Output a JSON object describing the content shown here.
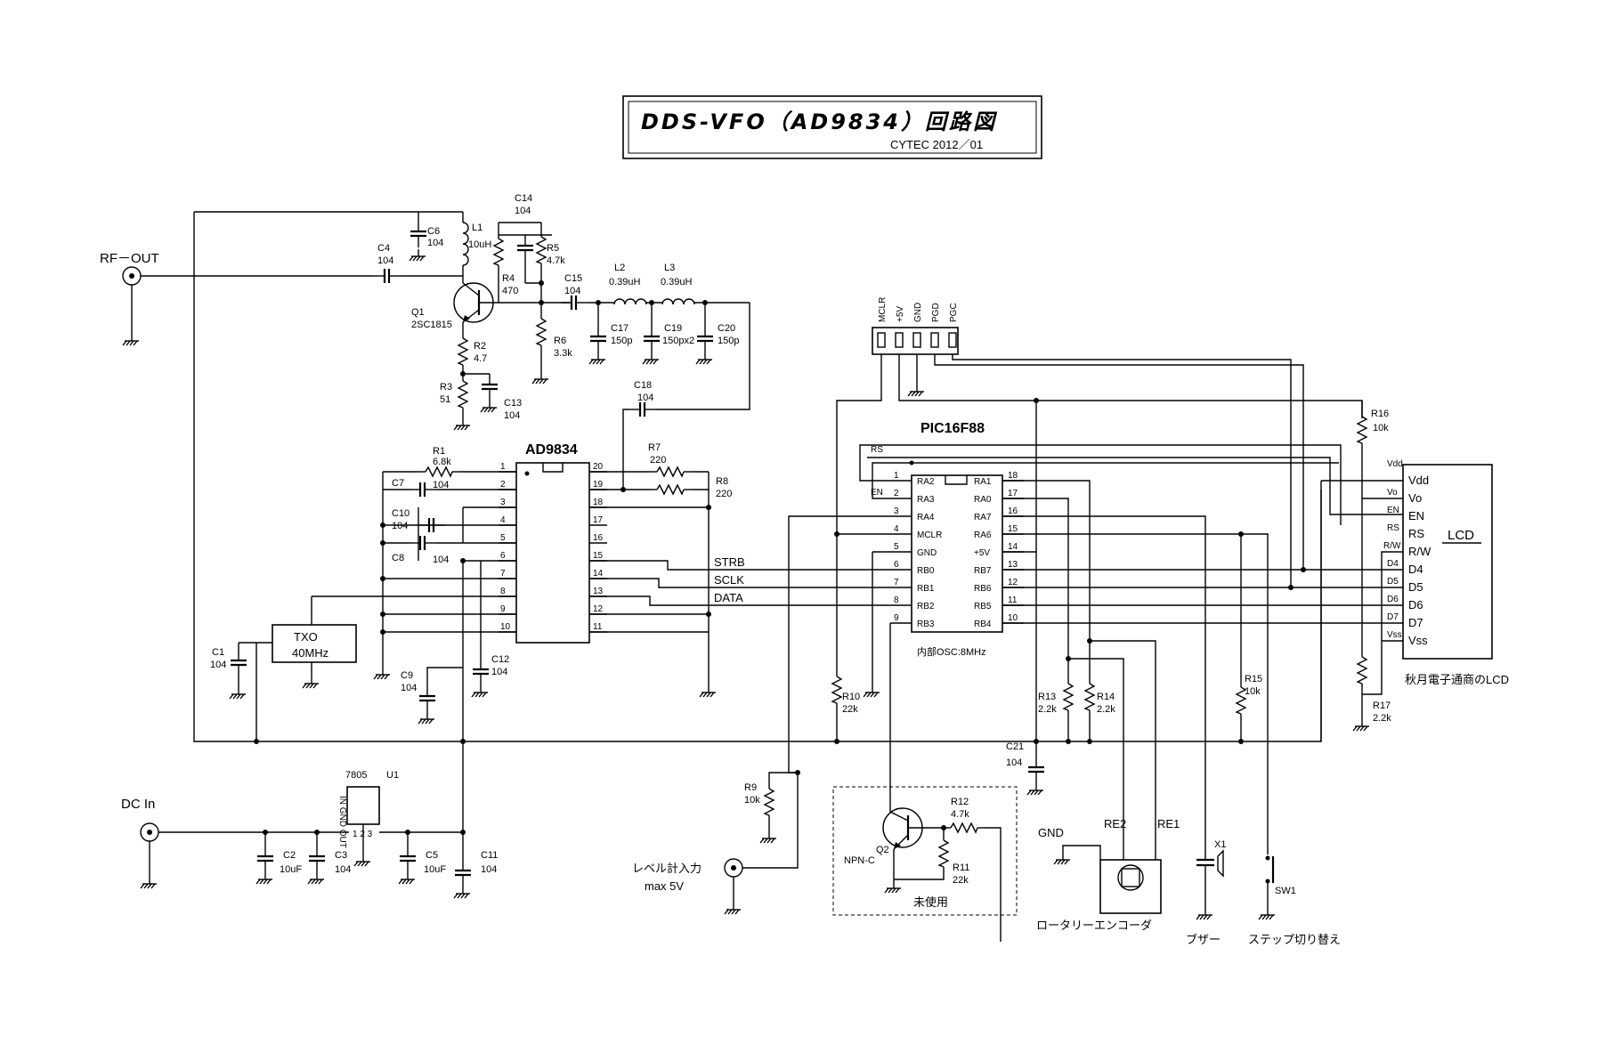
{
  "title": {
    "main": "DDS-VFO（AD9834）回路図",
    "sub": "CYTEC 2012／01"
  },
  "connectors": {
    "rf_out": "RF－OUT",
    "dc_in": "DC In",
    "level_in": "レベル計入力",
    "level_max": "max 5V"
  },
  "ics": {
    "ad9834": {
      "name": "AD9834",
      "pins_left": [
        "1",
        "2",
        "3",
        "4",
        "5",
        "6",
        "7",
        "8",
        "9",
        "10"
      ],
      "pins_right": [
        "20",
        "19",
        "18",
        "17",
        "16",
        "15",
        "14",
        "13",
        "12",
        "11"
      ]
    },
    "pic": {
      "name": "PIC16F88",
      "note": "内部OSC:8MHz",
      "pins_left": [
        "1",
        "2",
        "3",
        "4",
        "5",
        "6",
        "7",
        "8",
        "9"
      ],
      "pins_right": [
        "18",
        "17",
        "16",
        "15",
        "14",
        "13",
        "12",
        "11",
        "10"
      ],
      "names_left": [
        "RA2",
        "RA3",
        "RA4",
        "MCLR",
        "GND",
        "RB0",
        "RB1",
        "RB2",
        "RB3"
      ],
      "names_right": [
        "RA1",
        "RA0",
        "RA7",
        "RA6",
        "+5V",
        "RB7",
        "RB6",
        "RB5",
        "RB4"
      ]
    },
    "reg": {
      "name": "7805",
      "ref": "U1",
      "pins": "IN GND OUT",
      "pin_nums": "1 2 3"
    },
    "txo": {
      "name": "TXO",
      "freq": "40MHz"
    },
    "lcd": {
      "title": "LCD",
      "caption": "秋月電子通商のLCD",
      "pins": [
        "Vdd",
        "Vo",
        "EN",
        "RS",
        "R/W",
        "D4",
        "D5",
        "D6",
        "D7",
        "Vss"
      ]
    }
  },
  "bus_labels": {
    "strb": "STRB",
    "sclk": "SCLK",
    "data": "DATA",
    "rs": "RS",
    "en": "EN"
  },
  "header": {
    "pins": [
      "MCLR",
      "+5V",
      "GND",
      "PGD",
      "PGC"
    ]
  },
  "components": {
    "q1": {
      "ref": "Q1",
      "value": "2SC1815"
    },
    "q2": {
      "ref": "Q2",
      "value": "NPN-C"
    },
    "l1": {
      "ref": "L1",
      "value": "10uH"
    },
    "l2": {
      "ref": "L2",
      "value": "0.39uH"
    },
    "l3": {
      "ref": "L3",
      "value": "0.39uH"
    },
    "c1": {
      "ref": "C1",
      "value": "104"
    },
    "c2": {
      "ref": "C2",
      "value": "10uF"
    },
    "c3": {
      "ref": "C3",
      "value": "104"
    },
    "c4": {
      "ref": "C4",
      "value": "104"
    },
    "c5": {
      "ref": "C5",
      "value": "10uF"
    },
    "c6": {
      "ref": "C6",
      "value": "104"
    },
    "c7": {
      "ref": "C7",
      "value": "104"
    },
    "c8": {
      "ref": "C8",
      "value": "104"
    },
    "c9": {
      "ref": "C9",
      "value": "104"
    },
    "c10": {
      "ref": "C10",
      "value": "104"
    },
    "c11": {
      "ref": "C11",
      "value": "104"
    },
    "c12": {
      "ref": "C12",
      "value": "104"
    },
    "c13": {
      "ref": "C13",
      "value": "104"
    },
    "c14": {
      "ref": "C14",
      "value": "104"
    },
    "c15": {
      "ref": "C15",
      "value": "104"
    },
    "c17": {
      "ref": "C17",
      "value": "150p"
    },
    "c18": {
      "ref": "C18",
      "value": "104"
    },
    "c19": {
      "ref": "C19",
      "value": "150px2"
    },
    "c20": {
      "ref": "C20",
      "value": "150p"
    },
    "c21": {
      "ref": "C21",
      "value": "104"
    },
    "r1": {
      "ref": "R1",
      "value": "6.8k"
    },
    "r2": {
      "ref": "R2",
      "value": "4.7"
    },
    "r3": {
      "ref": "R3",
      "value": "51"
    },
    "r4": {
      "ref": "R4",
      "value": "470"
    },
    "r5": {
      "ref": "R5",
      "value": "4.7k"
    },
    "r6": {
      "ref": "R6",
      "value": "3.3k"
    },
    "r7": {
      "ref": "R7",
      "value": "220"
    },
    "r8": {
      "ref": "R8",
      "value": "220"
    },
    "r9": {
      "ref": "R9",
      "value": "10k"
    },
    "r10": {
      "ref": "R10",
      "value": "22k"
    },
    "r11": {
      "ref": "R11",
      "value": "22k"
    },
    "r12": {
      "ref": "R12",
      "value": "4.7k"
    },
    "r13": {
      "ref": "R13",
      "value": "2.2k"
    },
    "r14": {
      "ref": "R14",
      "value": "2.2k"
    },
    "r15": {
      "ref": "R15",
      "value": "10k"
    },
    "r16": {
      "ref": "R16",
      "value": "10k"
    },
    "r17": {
      "ref": "R17",
      "value": "2.2k"
    },
    "x1": {
      "ref": "X1",
      "caption": "ブザー"
    },
    "sw1": {
      "ref": "SW1",
      "caption": "ステップ切り替え"
    },
    "encoder": {
      "caption": "ロータリーエンコーダ",
      "gnd": "GND",
      "re1": "RE1",
      "re2": "RE2"
    },
    "unused": {
      "caption": "未使用"
    }
  }
}
